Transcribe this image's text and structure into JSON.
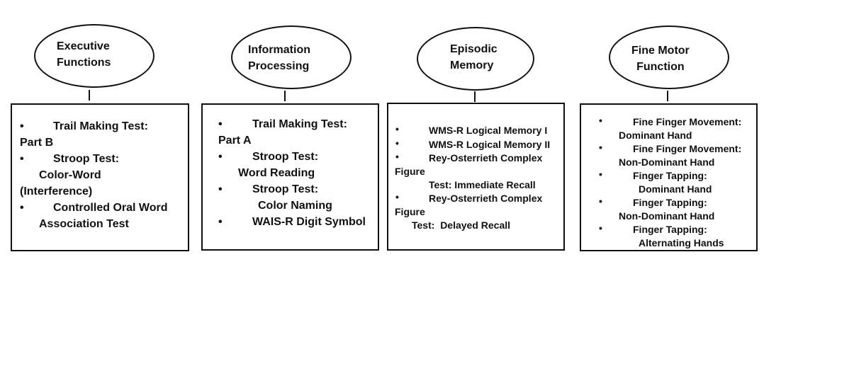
{
  "columns": [
    {
      "title": "Executive\nFunctions",
      "items": [
        {
          "lines": [
            "Trail Making Test:",
            "Part B"
          ]
        },
        {
          "lines": [
            "Stroop Test:",
            "Color-Word",
            "(Interference)"
          ]
        },
        {
          "lines": [
            "Controlled Oral Word",
            "Association Test"
          ]
        }
      ]
    },
    {
      "title": "Information\nProcessing",
      "items": [
        {
          "lines": [
            "Trail Making Test:",
            "Part A"
          ]
        },
        {
          "lines": [
            "Stroop Test:",
            "Word Reading"
          ]
        },
        {
          "lines": [
            "Stroop Test:",
            "Color Naming"
          ]
        },
        {
          "lines": [
            "WAIS-R Digit Symbol"
          ]
        }
      ]
    },
    {
      "title": "Episodic\nMemory",
      "items": [
        {
          "lines": [
            "WMS-R Logical Memory I"
          ]
        },
        {
          "lines": [
            "WMS-R Logical Memory II"
          ]
        },
        {
          "lines": [
            "Rey-Osterrieth Complex",
            "Figure",
            "Test: Immediate Recall"
          ]
        },
        {
          "lines": [
            "Rey-Osterrieth Complex",
            "Figure",
            "Test:  Delayed Recall"
          ]
        }
      ]
    },
    {
      "title": "Fine Motor\nFunction",
      "items": [
        {
          "lines": [
            "Fine Finger Movement:",
            "Dominant Hand"
          ]
        },
        {
          "lines": [
            "Fine Finger Movement:",
            "Non-Dominant Hand"
          ]
        },
        {
          "lines": [
            "Finger Tapping:",
            "Dominant Hand"
          ]
        },
        {
          "lines": [
            "Finger Tapping:",
            "Non-Dominant Hand"
          ]
        },
        {
          "lines": [
            "Finger Tapping:",
            "Alternating Hands"
          ]
        }
      ]
    }
  ],
  "bullet_char": "•"
}
